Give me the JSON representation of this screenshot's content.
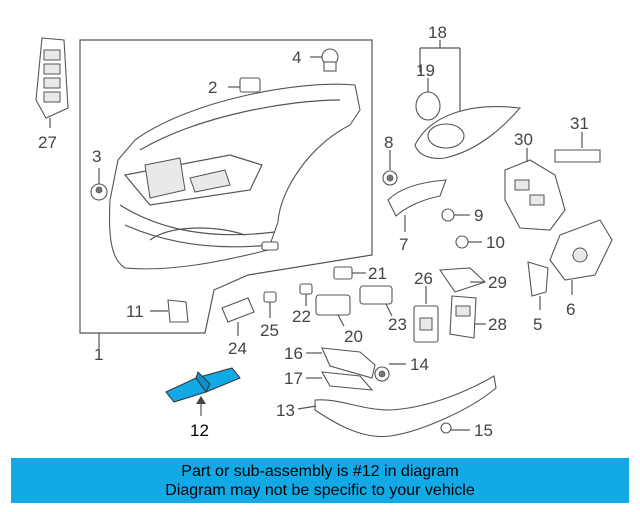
{
  "diagram": {
    "callouts": [
      "1",
      "2",
      "3",
      "4",
      "5",
      "6",
      "7",
      "8",
      "9",
      "10",
      "11",
      "12",
      "13",
      "14",
      "15",
      "16",
      "17",
      "18",
      "19",
      "20",
      "21",
      "22",
      "23",
      "24",
      "25",
      "26",
      "27",
      "28",
      "29",
      "30",
      "31"
    ],
    "highlighted_part": "12",
    "highlight_color": "#12a9e6"
  },
  "banner": {
    "line1": "Part or sub-assembly is #12 in diagram",
    "line2": "Diagram may not be specific to your vehicle",
    "background": "#12a9e6"
  }
}
